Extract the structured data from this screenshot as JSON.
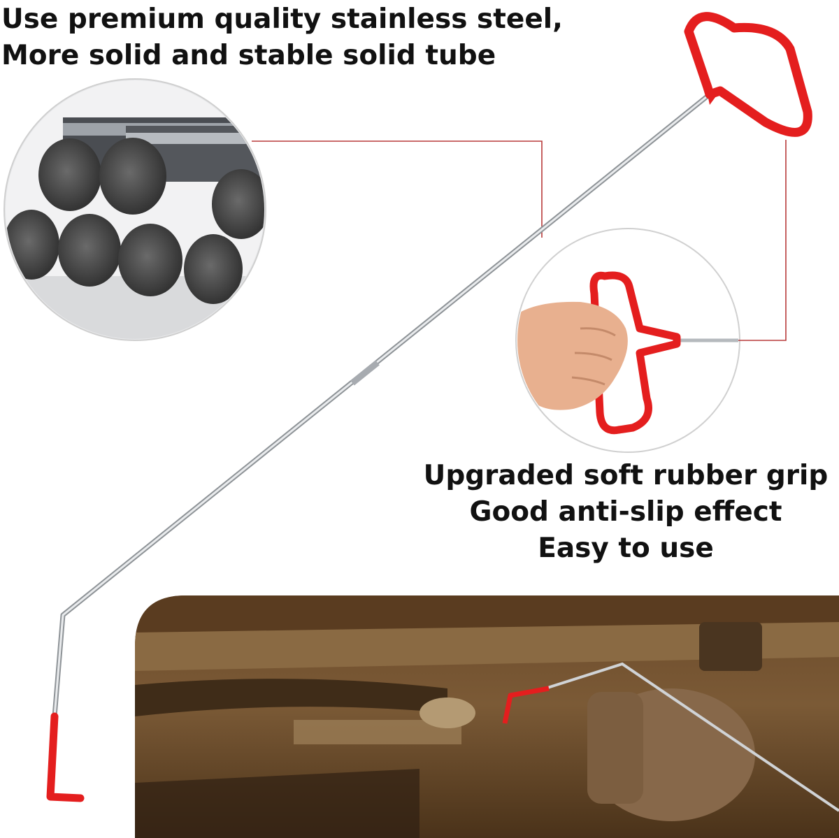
{
  "headline": {
    "lines": [
      "Use premium quality stainless steel,",
      "More solid and stable solid tube"
    ]
  },
  "features": {
    "lines": [
      "Upgraded soft rubber grip",
      "Good anti-slip effect",
      "Easy to use"
    ]
  },
  "colors": {
    "grip_red": "#e41e1e",
    "callout_line": "#b83a3a",
    "steel": "#bfc3c7"
  },
  "icons": {
    "rods": "steel-rods-closeup",
    "hand": "hand-gripping-handle",
    "car": "car-underside-photo"
  }
}
